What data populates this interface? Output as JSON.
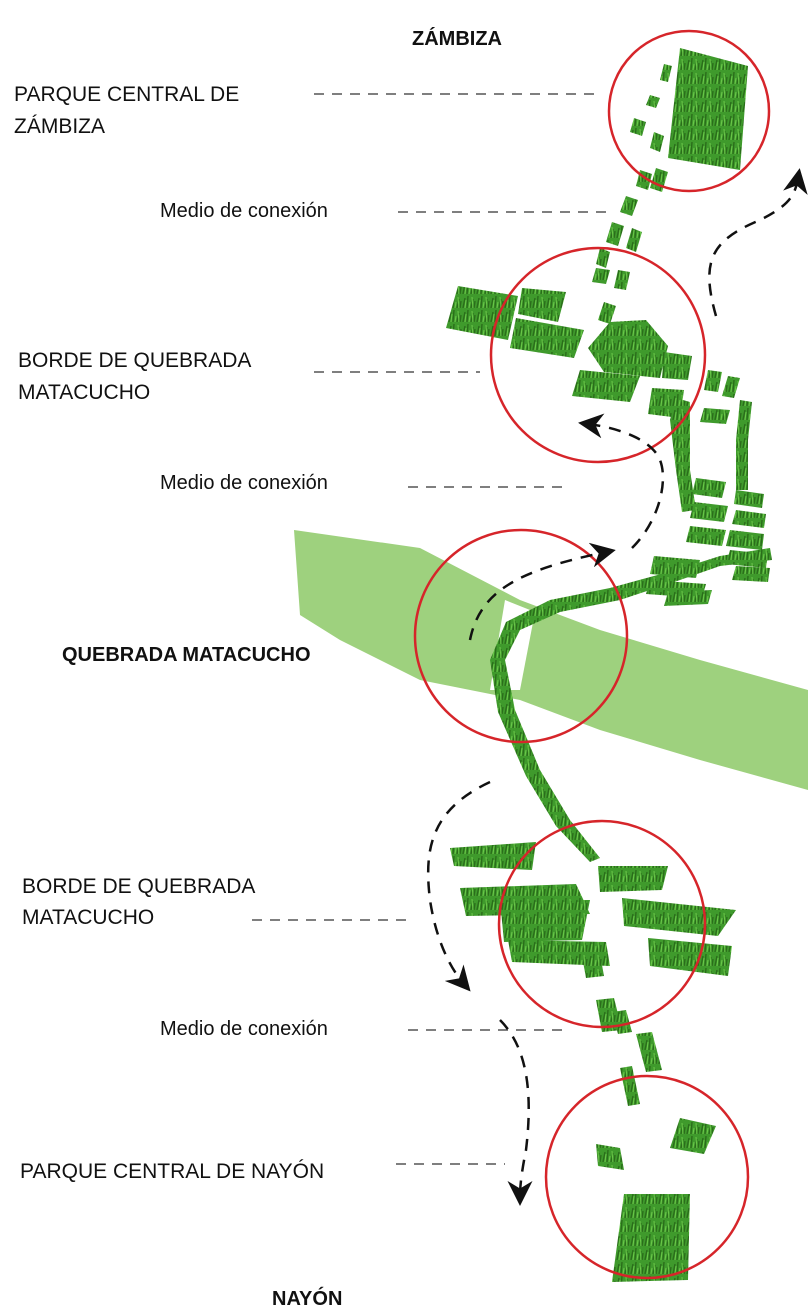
{
  "labels": {
    "top_title": "ZÁMBIZA",
    "bottom_title": "NAYÓN",
    "river_name": "QUEBRADA MATACUCHO",
    "park_zambiza_1": "PARQUE CENTRAL DE",
    "park_zambiza_2": "ZÁMBIZA",
    "connection_1": "Medio de conexión",
    "edge_upper_1": "BORDE DE QUEBRADA",
    "edge_upper_2": "MATACUCHO",
    "connection_2": "Medio de conexión",
    "edge_lower_1": "BORDE DE QUEBRADA",
    "edge_lower_2": "MATACUCHO",
    "connection_3": "Medio de conexión",
    "park_nayon": "PARQUE CENTRAL DE NAYÓN"
  },
  "colors": {
    "river": "#9ed17e",
    "grass_dark": "#2f7f1f",
    "grass_mid": "#3f9a2c",
    "grass_light": "#5cb83e",
    "circle": "#d6252a",
    "leader": "#555555",
    "arrow": "#111111"
  }
}
